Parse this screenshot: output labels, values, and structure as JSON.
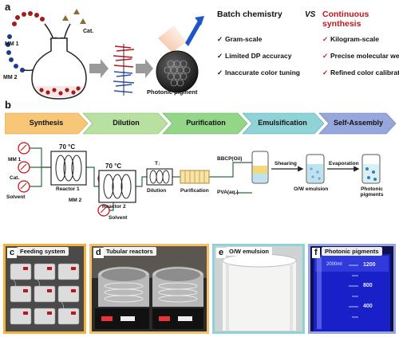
{
  "panel_labels": {
    "a": "a",
    "b": "b",
    "c": "c",
    "d": "d",
    "e": "e",
    "f": "f"
  },
  "panel_a": {
    "reagents": {
      "mm1": "MM 1",
      "mm2": "MM 2",
      "cat": "Cat."
    },
    "pigment_label": "Photonic pigment",
    "batch": {
      "title": "Batch chemistry",
      "bullets": [
        "Gram-scale",
        "Limited DP accuracy",
        "Inaccurate color tuning"
      ]
    },
    "vs": "VS",
    "continuous": {
      "title": "Continuous synthesis",
      "bullets": [
        "Kilogram-scale",
        "Precise molecular weight",
        "Refined color calibration"
      ]
    },
    "check_glyph": "✓"
  },
  "panel_b": {
    "stages": [
      "Synthesis",
      "Dilution",
      "Purification",
      "Emulsification",
      "Self-Assembly"
    ],
    "stage_colors": [
      "#f7c777",
      "#b7e0a1",
      "#93d688",
      "#8fd3d6",
      "#97a7dc"
    ],
    "temp1": "70 °C",
    "temp2": "70 °C",
    "inputs": {
      "mm1": "MM 1",
      "cat": "Cat.",
      "solvent": "Solvent",
      "mm2": "MM 2",
      "solvent2": "Solvent"
    },
    "reactor1": "Reactor 1",
    "reactor2": "Reactor 2",
    "dilution": "Dilution",
    "temp_down": "T↓",
    "purification": "Purification",
    "bbcp": "BBCP(Oil)",
    "pva": "PVA(aq.)",
    "shearing": "Shearing",
    "evaporation": "Evaporation",
    "ow_emulsion": "O/W emulsion",
    "photonic_pigments": [
      "Photonic",
      "pigments"
    ]
  },
  "photos": [
    {
      "letter": "c",
      "title": "Feeding system",
      "border": "#f2b33d"
    },
    {
      "letter": "d",
      "title": "Tubular reactors",
      "border": "#f2c26a"
    },
    {
      "letter": "e",
      "title": "O/W emulsion",
      "border": "#8fd3d6"
    },
    {
      "letter": "f",
      "title": "Photonic pigments",
      "border": "#97a7dc",
      "beaker_marks": [
        "1200",
        "800",
        "400"
      ],
      "beaker_ml": "2000ml"
    }
  ]
}
